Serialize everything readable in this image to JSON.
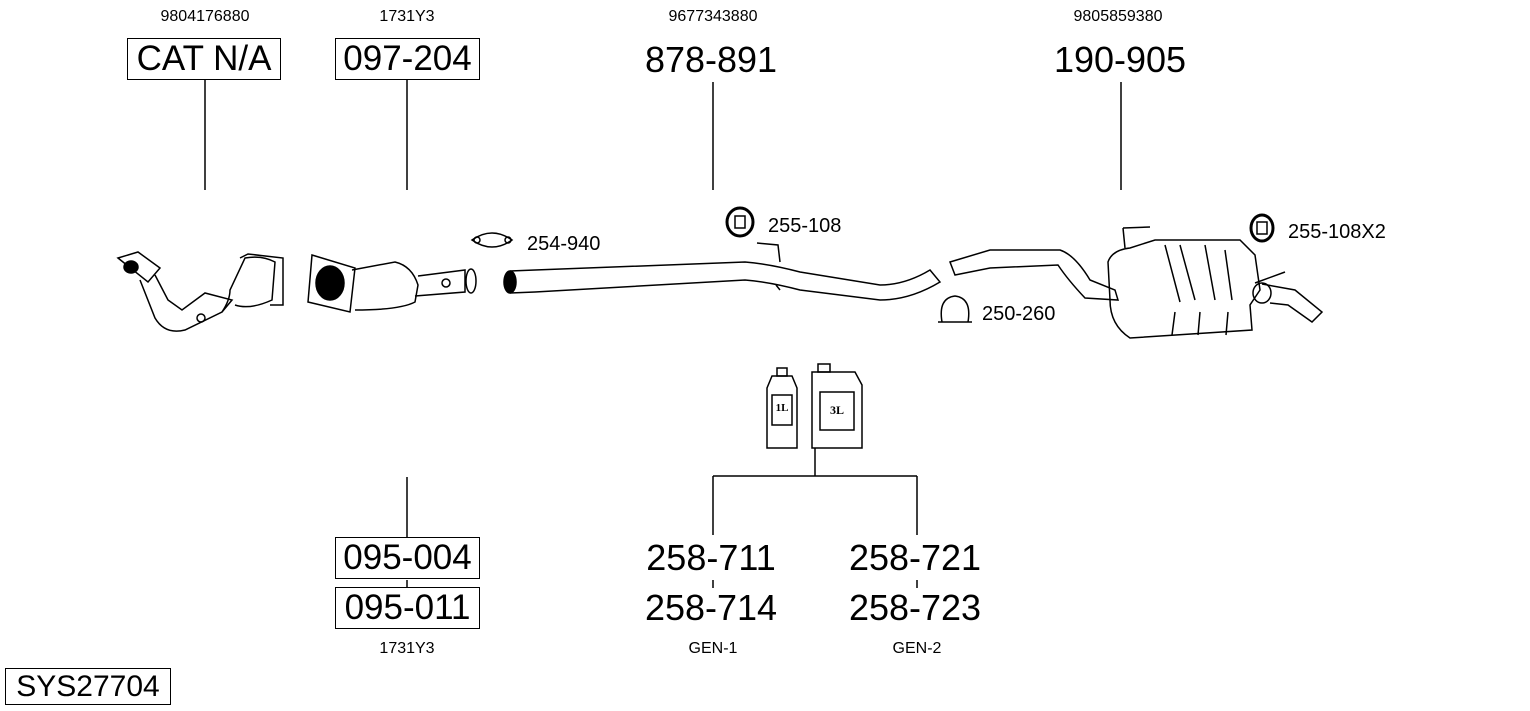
{
  "system_code": "SYS27704",
  "parts": [
    {
      "oem": "9804176880",
      "part_no": "CAT N/A",
      "boxed": true
    },
    {
      "oem": "1731Y3",
      "part_no": "097-204",
      "boxed": true
    },
    {
      "oem": "9677343880",
      "part_no": "878-891",
      "boxed": false
    },
    {
      "oem": "9805859380",
      "part_no": "190-905",
      "boxed": false
    }
  ],
  "accessories": [
    {
      "part_no": "254-940",
      "icon": "clamp-icon"
    },
    {
      "part_no": "255-108",
      "icon": "rubber-hanger-icon"
    },
    {
      "part_no": "250-260",
      "icon": "u-clamp-icon"
    },
    {
      "part_no": "255-108X2",
      "icon": "rubber-hanger-icon"
    }
  ],
  "mounting_kits": {
    "parts": [
      "095-004",
      "095-011"
    ],
    "oem": "1731Y3"
  },
  "paste": {
    "bottles": [
      "1L",
      "3L"
    ],
    "groups": [
      {
        "parts": [
          "258-711",
          "258-714"
        ],
        "label": "GEN-1"
      },
      {
        "parts": [
          "258-721",
          "258-723"
        ],
        "label": "GEN-2"
      }
    ]
  }
}
